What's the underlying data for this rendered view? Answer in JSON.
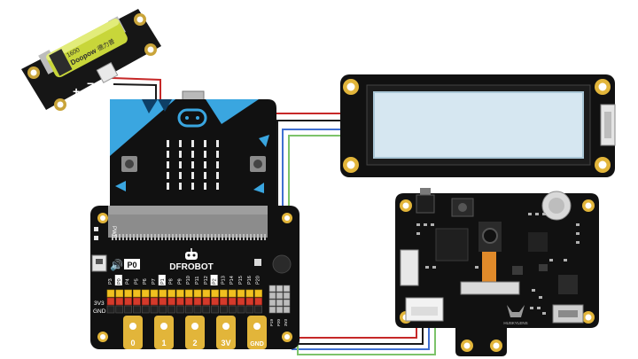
{
  "battery": {
    "brand_text": "Doopow",
    "capacity_text": "1600",
    "extra_text": "德力普",
    "plus_sign": "+",
    "minus_sign": "−"
  },
  "expansion_board": {
    "brand": "DFROBOT",
    "pwr_label": "PWR",
    "p0_label": "P0",
    "row_3v3": "3V3",
    "row_gnd": "GND",
    "pins": [
      "P3",
      "P0",
      "P4",
      "P5",
      "P6",
      "P7",
      "P1",
      "P8",
      "P9",
      "P10",
      "P11",
      "P12",
      "P2",
      "P13",
      "P14",
      "P15",
      "P16",
      "P20"
    ],
    "pads": [
      "0",
      "1",
      "2",
      "3V",
      "GND"
    ],
    "side_pins": [
      "P19",
      "P20",
      "3V3"
    ]
  },
  "huskylens": {
    "brand": "HUSKYLENS"
  },
  "wire_colors": {
    "red": "#c62828",
    "black": "#1a1a1a",
    "blue": "#3f6fd1",
    "green": "#7cc36a"
  },
  "board_colors": {
    "microbit_blue": "#3aa6e0",
    "pcb_black": "#111111",
    "gold": "#e2b53a",
    "lcd_screen": "#d6e7f1",
    "lcd_screen_border": "#a9c6d6"
  }
}
